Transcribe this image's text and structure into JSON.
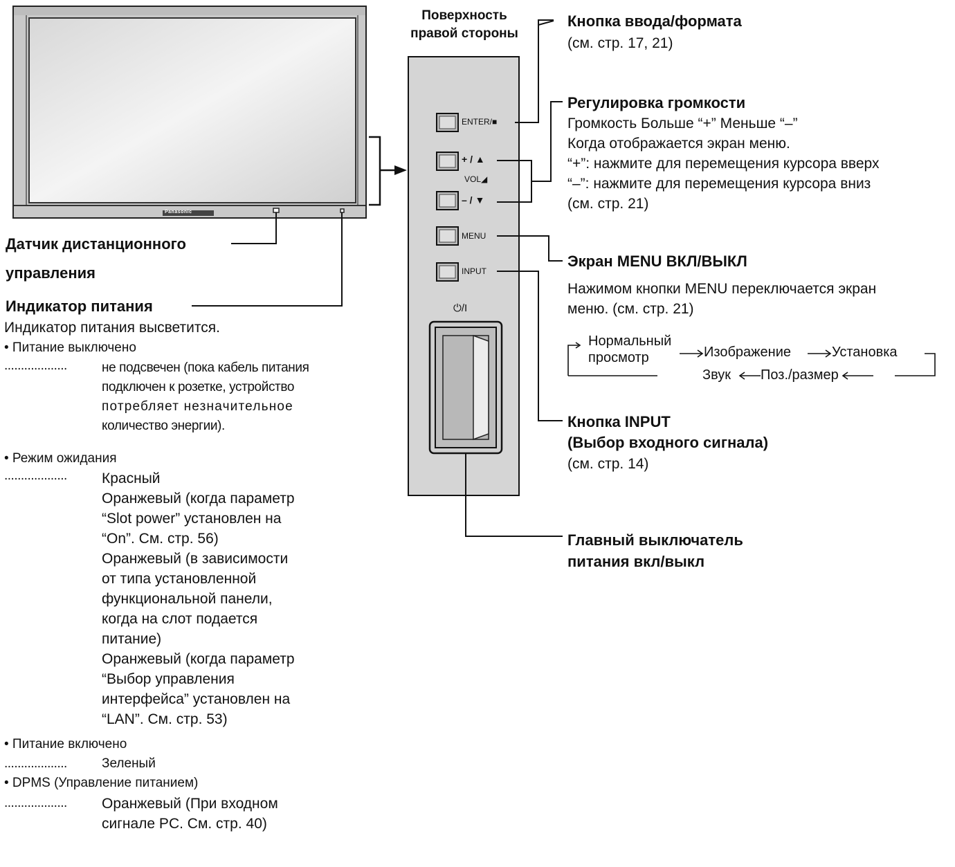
{
  "panel_header": [
    "Поверхность",
    "правой стороны"
  ],
  "display_logo": "Panasonic",
  "button_labels": {
    "enter": "ENTER/■",
    "plus": "+ / ▲",
    "vol": "VOL◢",
    "minus": "– / ▼",
    "menu": "MENU",
    "input": "INPUT",
    "power": "⏻/I"
  },
  "callouts": {
    "input_format": {
      "title": "Кнопка ввода/формата",
      "ref": "(см. стр. 17, 21)"
    },
    "volume": {
      "title": "Регулировка громкости",
      "lines": [
        "Громкость Больше “+” Меньше “–”",
        "Когда отображается экран меню.",
        "“+”: нажмите для перемещения курсора вверх",
        "“–”: нажмите для перемещения курсора вниз",
        "(см. стр. 21)"
      ]
    },
    "menu": {
      "title": "Экран MENU ВКЛ/ВЫКЛ",
      "lines": [
        "Нажимом кнопки MENU переключается экран",
        "меню. (см. стр. 21)"
      ]
    },
    "menu_cycle": {
      "normal_line1": "Нормальный",
      "normal_line2": "просмотр",
      "image": "Изображение",
      "setup": "Установка",
      "sound": "Звук",
      "pos": "Поз./размер"
    },
    "input_button": {
      "title1": "Кнопка INPUT",
      "title2": "(Выбор входного сигнала)",
      "ref": "(см. стр. 14)"
    },
    "main_power": {
      "title1": "Главный выключатель",
      "title2": "питания вкл/выкл"
    },
    "remote_sensor": {
      "title1": "Датчик дистанционного",
      "title2": "управления"
    },
    "power_indicator": {
      "title": "Индикатор питания",
      "subtitle": "Индикатор питания высветится.",
      "off_label": "• Питание выключено",
      "off_dots": "...................",
      "off_lines": [
        "не подсвечен (пока кабель питания",
        "подключен к розетке, устройство",
        "потребляет незначительное",
        "количество энергии)."
      ],
      "standby_label": "• Режим ожидания",
      "standby_dots": "...................",
      "standby_lines": [
        "Красный",
        "Оранжевый (когда параметр",
        "“Slot power” установлен на",
        "“On”. См. стр. 56)",
        "Оранжевый (в зависимости",
        "от типа установленной",
        "функциональной панели,",
        "когда на слот подается",
        "питание)",
        "Оранжевый (когда параметр",
        "“Выбор управления",
        "интерфейса” установлен на",
        "“LAN”. См. стр. 53)"
      ],
      "on_label": "• Питание включено",
      "on_dots": "...................",
      "on_value": "Зеленый",
      "dpms_label": "• DPMS (Управление питанием)",
      "dpms_dots": "...................",
      "dpms_lines": [
        "Оранжевый (При входном",
        "сигнале PC. См. стр. 40)"
      ]
    }
  }
}
